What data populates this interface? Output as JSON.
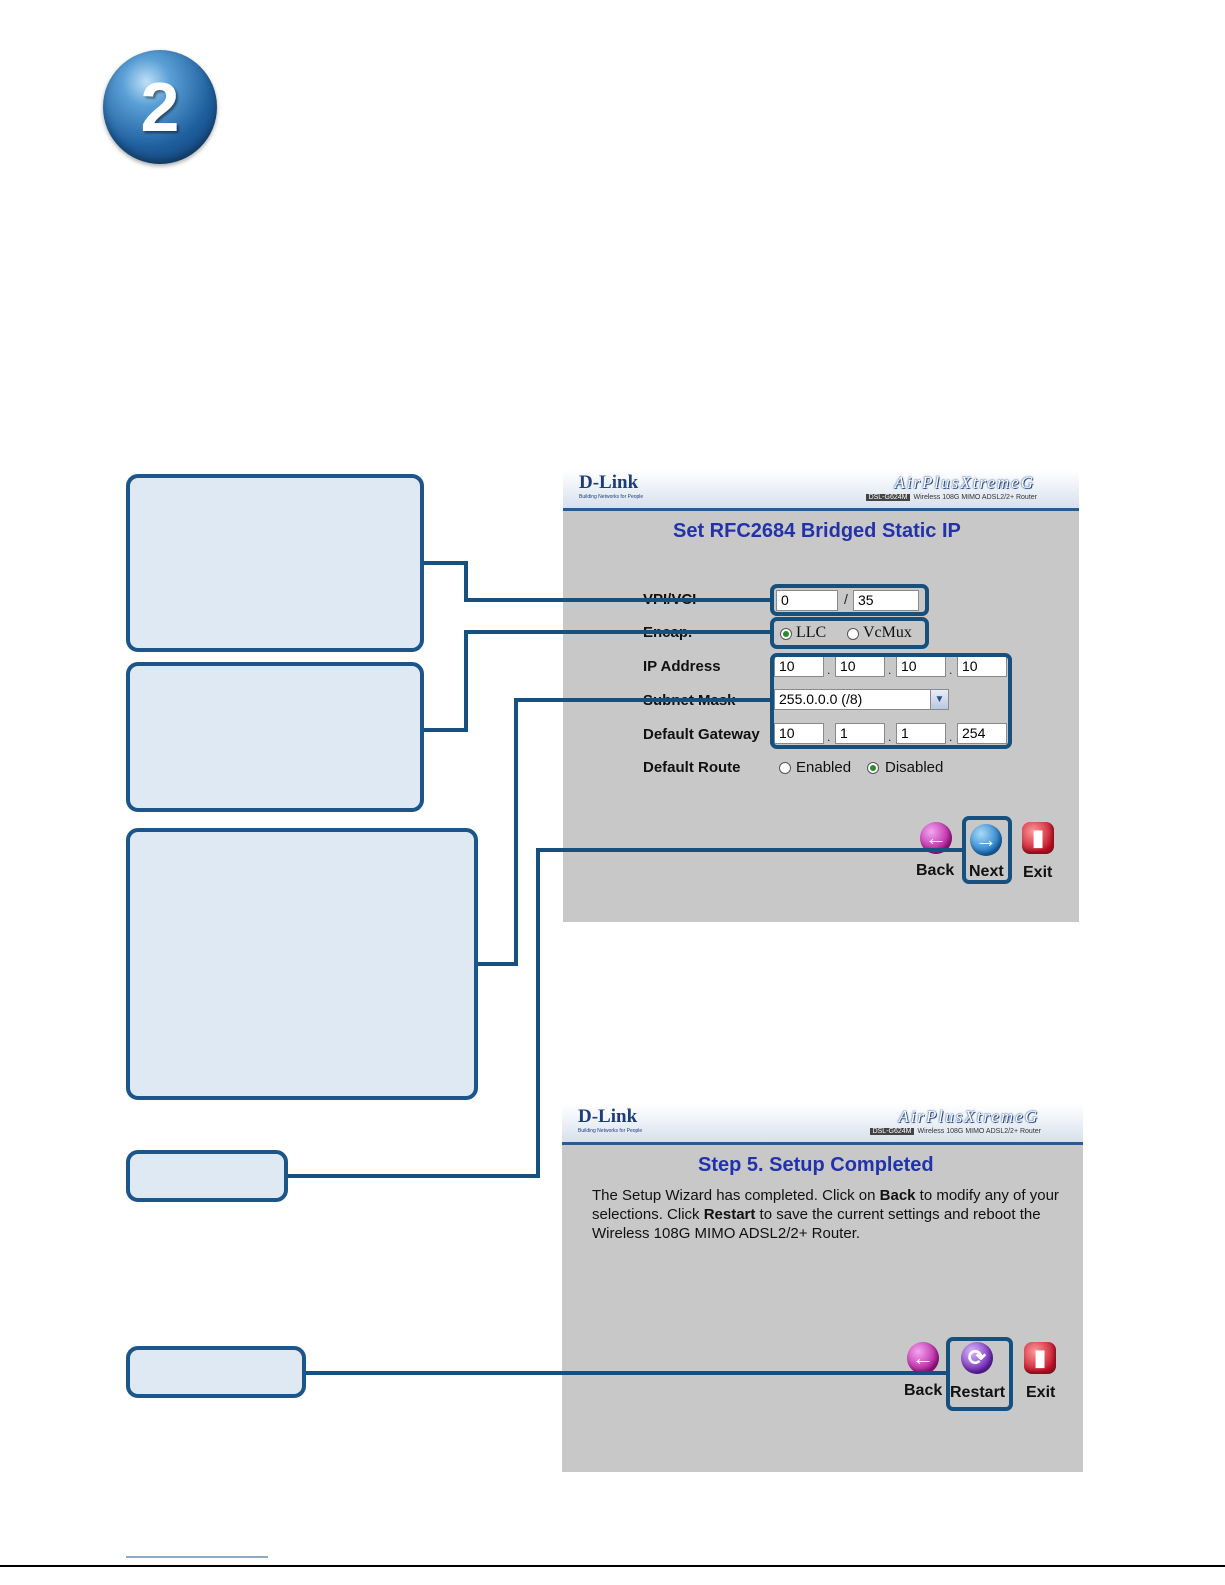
{
  "step_number": "2",
  "screen1": {
    "brand": "D-Link",
    "brand_tagline": "Building Networks for People",
    "product": "AirPlusXtremeG",
    "model_badge": "DSL-G624M",
    "model_text": "Wireless 108G MIMO ADSL2/2+ Router",
    "title": "Set RFC2684 Bridged Static IP",
    "vpi_vci_label": "VPI/VCI",
    "vpi_value": "0",
    "vci_value": "35",
    "vpi_separator": "/",
    "encap_label": "Encap.",
    "encap_llc": "LLC",
    "encap_vcmux": "VcMux",
    "encap_selected": "LLC",
    "ip_label": "IP Address",
    "ip_octets": [
      "10",
      "10",
      "10",
      "10"
    ],
    "mask_label": "Subnet Mask",
    "mask_value": "255.0.0.0 (/8)",
    "gateway_label": "Default Gateway",
    "gateway_octets": [
      "10",
      "1",
      "1",
      "254"
    ],
    "route_label": "Default Route",
    "route_enabled": "Enabled",
    "route_disabled": "Disabled",
    "route_selected": "Disabled",
    "back_label": "Back",
    "next_label": "Next",
    "exit_label": "Exit"
  },
  "screen2": {
    "brand": "D-Link",
    "brand_tagline": "Building Networks for People",
    "product": "AirPlusXtremeG",
    "model_badge": "DSL-G624M",
    "model_text": "Wireless 108G MIMO ADSL2/2+ Router",
    "title": "Step 5. Setup Completed",
    "text_part1": "The Setup Wizard has completed. Click on ",
    "text_bold1": "Back",
    "text_part2": " to modify any of your selections. Click ",
    "text_bold2": "Restart",
    "text_part3": " to save the current settings and reboot the Wireless 108G MIMO ADSL2/2+ Router.",
    "back_label": "Back",
    "restart_label": "Restart",
    "exit_label": "Exit"
  },
  "colors": {
    "callout_fill": "#dfe9f3",
    "callout_border": "#1b5589",
    "panel_bg": "#c8c8c8",
    "title_blue": "#2233aa"
  }
}
